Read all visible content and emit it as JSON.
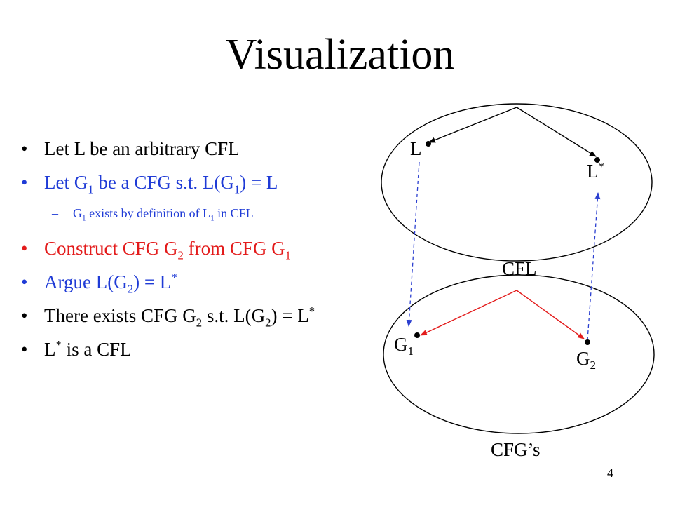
{
  "slide": {
    "title": "Visualization",
    "page_number": "4"
  },
  "bullets": {
    "b1": {
      "text": "Let L be an arbitrary CFL"
    },
    "b2": {
      "pre": "Let G",
      "sub1": "1",
      "mid": " be a CFG s.t. L(G",
      "sub2": "1",
      "post": ") = L"
    },
    "sub1": {
      "pre": "G",
      "sub1": "1",
      "mid": " exists by definition of L",
      "sub2": "1",
      "post": " in CFL"
    },
    "b3": {
      "pre": "Construct CFG G",
      "sub1": "2",
      "mid": " from CFG G",
      "sub2": "1"
    },
    "b4": {
      "pre": "Argue L(G",
      "sub1": "2",
      "mid": ") = L",
      "sup": "*"
    },
    "b5": {
      "pre": "There exists CFG G",
      "sub1": "2",
      "mid": " s.t. L(G",
      "sub2": "2",
      "mid2": ") = L",
      "sup": "*"
    },
    "b6": {
      "pre": "L",
      "sup": "*",
      "post": " is a CFL"
    },
    "bullet_char": "•",
    "dash_char": "–"
  },
  "diagram": {
    "top_ellipse_label": "CFL",
    "bottom_ellipse_label": "CFG’s",
    "node_L": "L",
    "node_Lstar": "L",
    "node_Lstar_sup": "*",
    "node_G1": "G",
    "node_G1_sub": "1",
    "node_G2": "G",
    "node_G2_sub": "2"
  },
  "colors": {
    "blue_text": "#1f3bd6",
    "red_text": "#e31b1b",
    "red_arrow": "#e31b1b",
    "blue_dashed": "#2b3fd0"
  }
}
